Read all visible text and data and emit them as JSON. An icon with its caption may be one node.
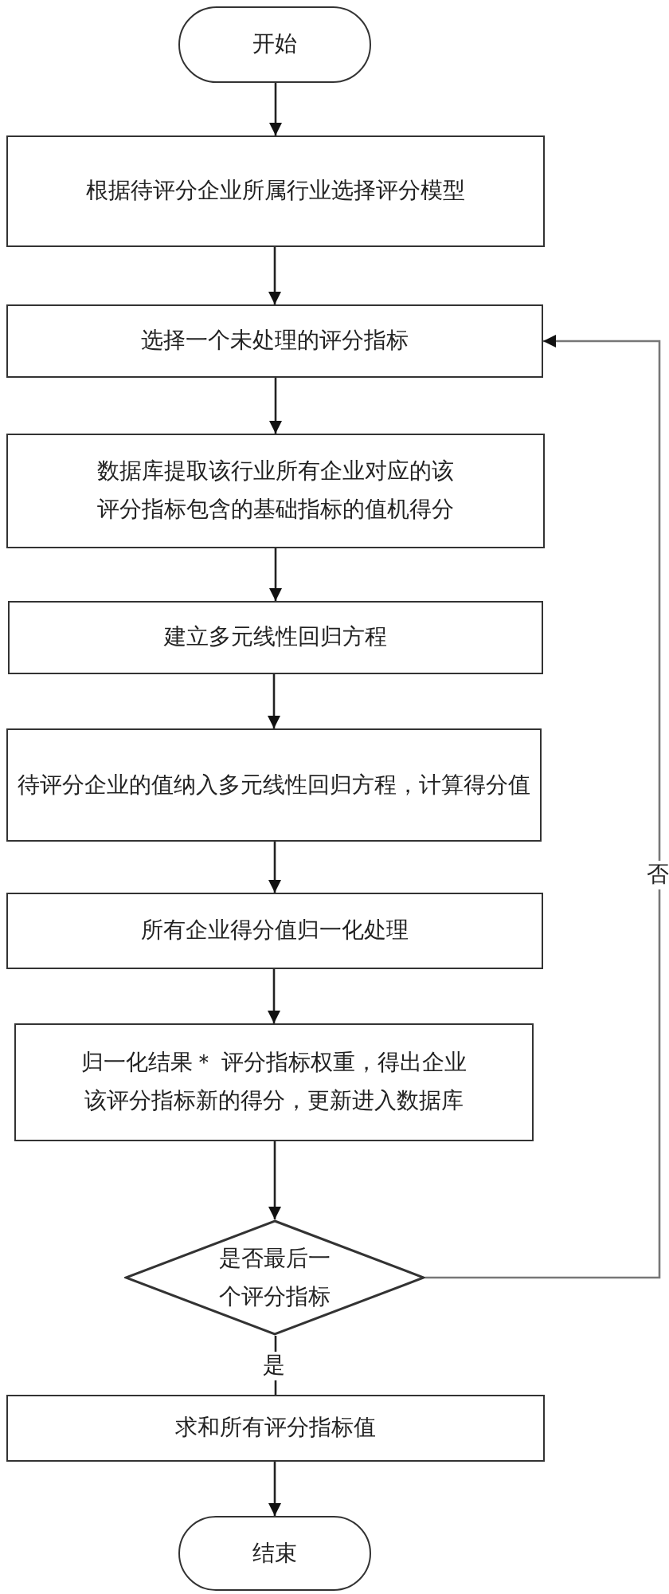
{
  "diagram": {
    "nodes": [
      {
        "text": [
          "开始"
        ]
      },
      {
        "text": [
          "根据待评分企业所属行业选择评分模型"
        ]
      },
      {
        "text": [
          "选择一个未处理的评分指标"
        ]
      },
      {
        "text": [
          "数据库提取该行业所有企业对应的该评分指标包含的基础指标的值机得分"
        ]
      },
      {
        "text": [
          "建立多元线性回归方程"
        ]
      },
      {
        "text": [
          "待评分企业的值纳入多元线性回归方程，计算得分值"
        ]
      },
      {
        "text": [
          "所有企业得分值归一化处理"
        ]
      },
      {
        "text": [
          "归一化结果＊ 评分指标权重，得出企业该评分指标新的得分，更新进入数据库"
        ]
      },
      {
        "text": [
          "是否最后一个评分指标"
        ]
      },
      {
        "text": [
          "求和所有评分指标值"
        ]
      },
      {
        "text": [
          "结束"
        ]
      }
    ],
    "edges": [
      {
        "from": 0,
        "to": 1,
        "arrow": "to"
      },
      {
        "from": 1,
        "to": 2,
        "arrow": "to"
      },
      {
        "from": 2,
        "to": 3,
        "arrow": "to"
      },
      {
        "from": 3,
        "to": 4,
        "arrow": "to"
      },
      {
        "from": 4,
        "to": 5,
        "arrow": "to"
      },
      {
        "from": 5,
        "to": 6,
        "arrow": "to"
      },
      {
        "from": 6,
        "to": 7,
        "arrow": "to"
      },
      {
        "from": 7,
        "to": 8,
        "arrow": "to"
      },
      {
        "from": 8,
        "to": 9,
        "arrow": "none",
        "label": "是"
      },
      {
        "from": 9,
        "to": 10,
        "arrow": "to"
      },
      {
        "from": 8,
        "to": 2,
        "arrow": "to",
        "label": "否"
      }
    ]
  }
}
